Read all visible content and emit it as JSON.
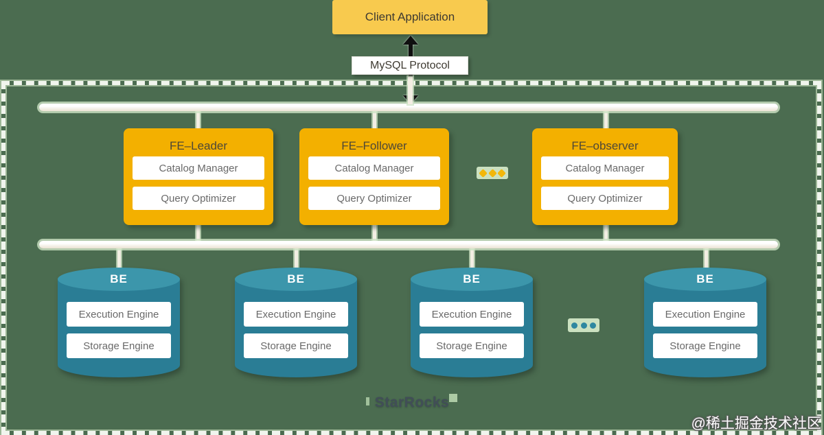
{
  "client": {
    "label": "Client Application"
  },
  "protocol": {
    "label": "MySQL Protocol"
  },
  "fe_nodes": [
    {
      "title": "FE–Leader",
      "modules": [
        "Catalog Manager",
        "Query Optimizer"
      ]
    },
    {
      "title": "FE–Follower",
      "modules": [
        "Catalog Manager",
        "Query Optimizer"
      ]
    },
    {
      "title": "FE–observer",
      "modules": [
        "Catalog Manager",
        "Query Optimizer"
      ]
    }
  ],
  "be_nodes": [
    {
      "title": "BE",
      "modules": [
        "Execution Engine",
        "Storage Engine"
      ]
    },
    {
      "title": "BE",
      "modules": [
        "Execution Engine",
        "Storage Engine"
      ]
    },
    {
      "title": "BE",
      "modules": [
        "Execution Engine",
        "Storage Engine"
      ]
    },
    {
      "title": "BE",
      "modules": [
        "Execution Engine",
        "Storage Engine"
      ]
    }
  ],
  "footer": {
    "brand": "StarRocks",
    "watermark": "@稀土掘金技术社区"
  },
  "colors": {
    "background": "#4B6C50",
    "client_fill": "#F8CA4E",
    "fe_fill": "#F3B000",
    "be_body": "#2A7D95",
    "be_cap": "#3C96AB",
    "connector_glow": "#CDE3C4",
    "dot_yellow": "#F2B70B",
    "dot_teal": "#2E87A0"
  }
}
